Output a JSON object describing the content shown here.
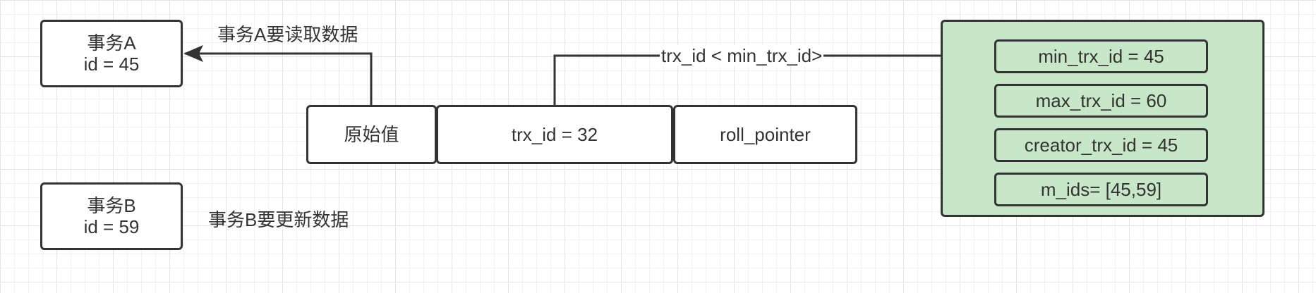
{
  "transactions": [
    {
      "name": "事务A",
      "id_text": "id = 45"
    },
    {
      "name": "事务B",
      "id_text": "id = 59"
    }
  ],
  "labels": {
    "tx_a_action": "事务A要读取数据",
    "tx_b_action": "事务B要更新数据",
    "compare": "trx_id < min_trx_id>"
  },
  "record": {
    "value": "原始值",
    "trx_id": "trx_id = 32",
    "roll_pointer": "roll_pointer"
  },
  "read_view": {
    "fields": [
      "min_trx_id = 45",
      "max_trx_id = 60",
      "creator_trx_id = 45",
      "m_ids= [45,59]"
    ],
    "fill_color": "#c8e6c8"
  }
}
